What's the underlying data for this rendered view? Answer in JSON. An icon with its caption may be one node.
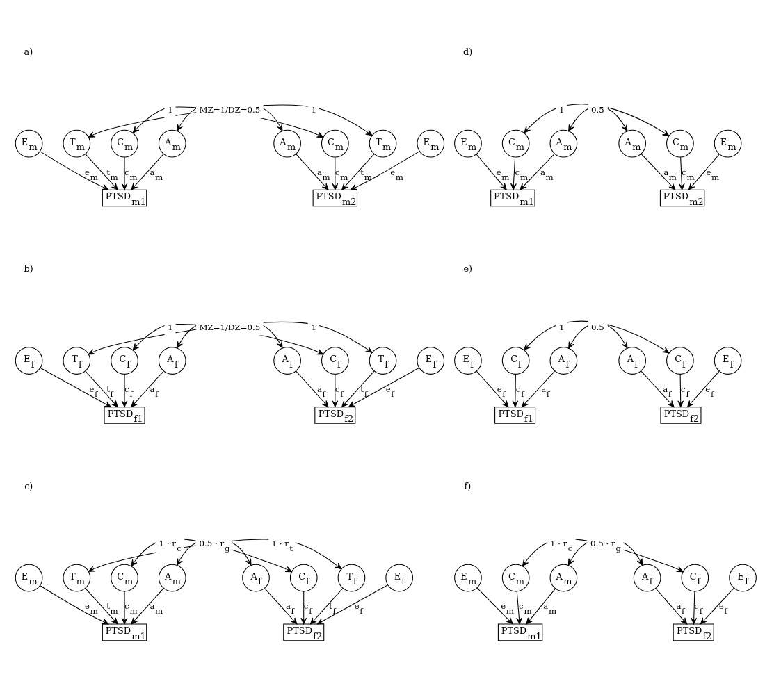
{
  "diagram": {
    "nodes": [
      {
        "text": [
          "E$_{m}$"
        ]
      },
      {
        "text": [
          "T$_{m}$"
        ]
      },
      {
        "text": [
          "C$_{m}$"
        ]
      },
      {
        "text": [
          "A$_{m}$"
        ]
      },
      {
        "text": [
          "A$_{m}$"
        ]
      },
      {
        "text": [
          "C$_{m}$"
        ]
      },
      {
        "text": [
          "T$_{m}$"
        ]
      },
      {
        "text": [
          "E$_{m}$"
        ]
      },
      {
        "text": [
          "PTSD$_{m1}$"
        ]
      },
      {
        "text": [
          "PTSD$_{m2}$"
        ]
      },
      {
        "text": [
          "E$_{f}$"
        ]
      },
      {
        "text": [
          "T$_{f}$"
        ]
      },
      {
        "text": [
          "C$_{f}$"
        ]
      },
      {
        "text": [
          "A$_{f}$"
        ]
      },
      {
        "text": [
          "A$_{f}$"
        ]
      },
      {
        "text": [
          "C$_{f}$"
        ]
      },
      {
        "text": [
          "T$_{f}$"
        ]
      },
      {
        "text": [
          "E$_{f}$"
        ]
      },
      {
        "text": [
          "PTSD$_{f1}$"
        ]
      },
      {
        "text": [
          "PTSD$_{f2}$"
        ]
      },
      {
        "text": [
          "E$_{m}$"
        ]
      },
      {
        "text": [
          "T$_{m}$"
        ]
      },
      {
        "text": [
          "C$_{m}$"
        ]
      },
      {
        "text": [
          "A$_{m}$"
        ]
      },
      {
        "text": [
          "A$_{f}$"
        ]
      },
      {
        "text": [
          "C$_{f}$"
        ]
      },
      {
        "text": [
          "T$_{f}$"
        ]
      },
      {
        "text": [
          "E$_{f}$"
        ]
      },
      {
        "text": [
          "PTSD$_{m1}$"
        ]
      },
      {
        "text": [
          "PTSD$_{f2}$"
        ]
      },
      {
        "text": [
          "E$_{m}$"
        ]
      },
      {
        "text": [
          "C$_{m}$"
        ]
      },
      {
        "text": [
          "A$_{m}$"
        ]
      },
      {
        "text": [
          "A$_{m}$"
        ]
      },
      {
        "text": [
          "C$_{m}$"
        ]
      },
      {
        "text": [
          "E$_{m}$"
        ]
      },
      {
        "text": [
          "PTSD$_{m1}$"
        ]
      },
      {
        "text": [
          "PTSD$_{m2}$"
        ]
      },
      {
        "text": [
          "E$_{f}$"
        ]
      },
      {
        "text": [
          "C$_{f}$"
        ]
      },
      {
        "text": [
          "A$_{f}$"
        ]
      },
      {
        "text": [
          "A$_{f}$"
        ]
      },
      {
        "text": [
          "C$_{f}$"
        ]
      },
      {
        "text": [
          "E$_{f}$"
        ]
      },
      {
        "text": [
          "PTSD$_{f1}$"
        ]
      },
      {
        "text": [
          "PTSD$_{f2}$"
        ]
      },
      {
        "text": [
          "E$_{m}$"
        ]
      },
      {
        "text": [
          "C$_{m}$"
        ]
      },
      {
        "text": [
          "A$_{m}$"
        ]
      },
      {
        "text": [
          "A$_{f}$"
        ]
      },
      {
        "text": [
          "C$_{f}$"
        ]
      },
      {
        "text": [
          "E$_{f}$"
        ]
      },
      {
        "text": [
          "PTSD$_{m1}$"
        ]
      },
      {
        "text": [
          "PTSD$_{f2}$"
        ]
      }
    ],
    "edges": [
      {
        "from": 0,
        "to": 8,
        "arrow": "to",
        "label": "e$_{m}$"
      },
      {
        "from": 1,
        "to": 8,
        "arrow": "to",
        "label": "t$_{m}$"
      },
      {
        "from": 2,
        "to": 8,
        "arrow": "to",
        "label": "c$_{m}$"
      },
      {
        "from": 3,
        "to": 8,
        "arrow": "to",
        "label": "a$_{m}$"
      },
      {
        "from": 4,
        "to": 9,
        "arrow": "to",
        "label": "a$_{m}$"
      },
      {
        "from": 5,
        "to": 9,
        "arrow": "to",
        "label": "c$_{m}$"
      },
      {
        "from": 6,
        "to": 9,
        "arrow": "to",
        "label": "t$_{m}$"
      },
      {
        "from": 7,
        "to": 9,
        "arrow": "to",
        "label": "e$_{m}$"
      },
      {
        "from": 1,
        "to": 6,
        "arrow": "both",
        "label": "1"
      },
      {
        "from": 2,
        "to": 5,
        "arrow": "both",
        "label": "1"
      },
      {
        "from": 3,
        "to": 4,
        "arrow": "both",
        "label": "MZ=1/DZ=0.5"
      },
      {
        "from": 10,
        "to": 18,
        "arrow": "to",
        "label": "e$_{f}$"
      },
      {
        "from": 11,
        "to": 18,
        "arrow": "to",
        "label": "t$_{f}$"
      },
      {
        "from": 12,
        "to": 18,
        "arrow": "to",
        "label": "c$_{f}$"
      },
      {
        "from": 13,
        "to": 18,
        "arrow": "to",
        "label": "a$_{f}$"
      },
      {
        "from": 14,
        "to": 19,
        "arrow": "to",
        "label": "a$_{f}$"
      },
      {
        "from": 15,
        "to": 19,
        "arrow": "to",
        "label": "c$_{f}$"
      },
      {
        "from": 16,
        "to": 19,
        "arrow": "to",
        "label": "t$_{f}$"
      },
      {
        "from": 17,
        "to": 19,
        "arrow": "to",
        "label": "e$_{f}$"
      },
      {
        "from": 11,
        "to": 16,
        "arrow": "both",
        "label": "1"
      },
      {
        "from": 12,
        "to": 15,
        "arrow": "both",
        "label": "1"
      },
      {
        "from": 13,
        "to": 14,
        "arrow": "both",
        "label": "MZ=1/DZ=0.5"
      },
      {
        "from": 20,
        "to": 28,
        "arrow": "to",
        "label": "e$_{m}$"
      },
      {
        "from": 21,
        "to": 28,
        "arrow": "to",
        "label": "t$_{m}$"
      },
      {
        "from": 22,
        "to": 28,
        "arrow": "to",
        "label": "c$_{m}$"
      },
      {
        "from": 23,
        "to": 28,
        "arrow": "to",
        "label": "a$_{m}$"
      },
      {
        "from": 24,
        "to": 29,
        "arrow": "to",
        "label": "a$_{f}$"
      },
      {
        "from": 25,
        "to": 29,
        "arrow": "to",
        "label": "c$_{f}$"
      },
      {
        "from": 26,
        "to": 29,
        "arrow": "to",
        "label": "t$_{f}$"
      },
      {
        "from": 27,
        "to": 29,
        "arrow": "to",
        "label": "e$_{f}$"
      },
      {
        "from": 21,
        "to": 26,
        "arrow": "both",
        "label": "1 · r$_{t}$"
      },
      {
        "from": 22,
        "to": 25,
        "arrow": "both",
        "label": "1 · r$_{c}$"
      },
      {
        "from": 23,
        "to": 24,
        "arrow": "both",
        "label": "0.5 · r$_{g}$"
      },
      {
        "from": 30,
        "to": 36,
        "arrow": "to",
        "label": "e$_{m}$"
      },
      {
        "from": 31,
        "to": 36,
        "arrow": "to",
        "label": "c$_{m}$"
      },
      {
        "from": 32,
        "to": 36,
        "arrow": "to",
        "label": "a$_{m}$"
      },
      {
        "from": 33,
        "to": 37,
        "arrow": "to",
        "label": "a$_{m}$"
      },
      {
        "from": 34,
        "to": 37,
        "arrow": "to",
        "label": "c$_{m}$"
      },
      {
        "from": 35,
        "to": 37,
        "arrow": "to",
        "label": "e$_{m}$"
      },
      {
        "from": 31,
        "to": 34,
        "arrow": "both",
        "label": "1"
      },
      {
        "from": 32,
        "to": 33,
        "arrow": "both",
        "label": "0.5"
      },
      {
        "from": 38,
        "to": 44,
        "arrow": "to",
        "label": "e$_{f}$"
      },
      {
        "from": 39,
        "to": 44,
        "arrow": "to",
        "label": "c$_{f}$"
      },
      {
        "from": 40,
        "to": 44,
        "arrow": "to",
        "label": "a$_{f}$"
      },
      {
        "from": 41,
        "to": 45,
        "arrow": "to",
        "label": "a$_{f}$"
      },
      {
        "from": 42,
        "to": 45,
        "arrow": "to",
        "label": "c$_{f}$"
      },
      {
        "from": 43,
        "to": 45,
        "arrow": "to",
        "label": "e$_{f}$"
      },
      {
        "from": 39,
        "to": 42,
        "arrow": "both",
        "label": "1"
      },
      {
        "from": 40,
        "to": 41,
        "arrow": "both",
        "label": "0.5"
      },
      {
        "from": 46,
        "to": 52,
        "arrow": "to",
        "label": "e$_{m}$"
      },
      {
        "from": 47,
        "to": 52,
        "arrow": "to",
        "label": "c$_{m}$"
      },
      {
        "from": 48,
        "to": 52,
        "arrow": "to",
        "label": "a$_{m}$"
      },
      {
        "from": 49,
        "to": 53,
        "arrow": "to",
        "label": "a$_{f}$"
      },
      {
        "from": 50,
        "to": 53,
        "arrow": "to",
        "label": "c$_{f}$"
      },
      {
        "from": 51,
        "to": 53,
        "arrow": "to",
        "label": "e$_{f}$"
      },
      {
        "from": 47,
        "to": 50,
        "arrow": "both",
        "label": "1 · r$_{c}$"
      },
      {
        "from": 48,
        "to": 49,
        "arrow": "both",
        "label": "0.5 · r$_{g}$"
      }
    ],
    "labels": [
      "a)",
      "b)",
      "c)",
      "d)",
      "e)",
      "f)"
    ]
  }
}
